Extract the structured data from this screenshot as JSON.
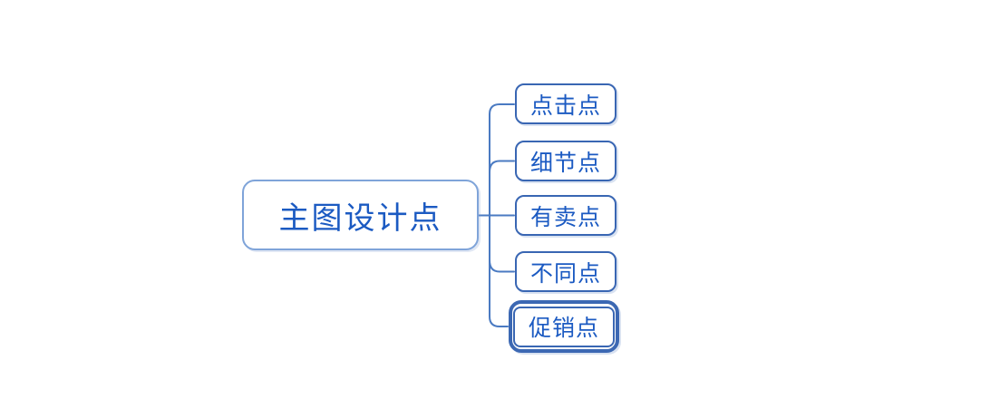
{
  "mindmap": {
    "type": "mindmap",
    "root": {
      "label": "主图设计点"
    },
    "children": [
      {
        "label": "点击点",
        "selected": false
      },
      {
        "label": "细节点",
        "selected": false
      },
      {
        "label": "有卖点",
        "selected": false
      },
      {
        "label": "不同点",
        "selected": false
      },
      {
        "label": "促销点",
        "selected": true
      }
    ],
    "colors": {
      "background": "#ffffff",
      "text": "#1b5ac2",
      "root_border": "#7fa4d9",
      "child_border": "#3966b3",
      "connector": "#4a7ac2",
      "selection_ring": "#3c68b3"
    }
  }
}
